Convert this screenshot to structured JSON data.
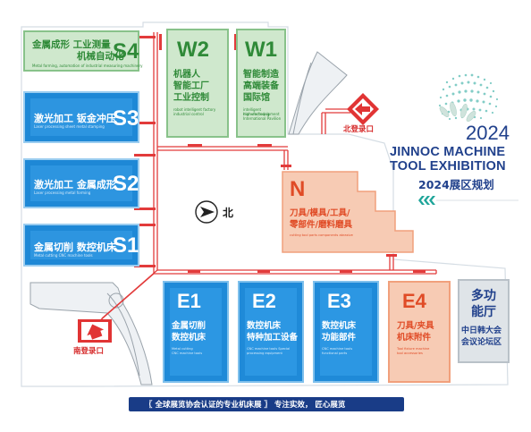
{
  "brand": {
    "year": "2024",
    "line1": "JINNOC MACHINE",
    "line2": "TOOL EXHIBITION",
    "plan_title": "2024展区规划",
    "colors": {
      "navy": "#21418c",
      "teal": "#1fa59a"
    }
  },
  "compass": {
    "label": "北",
    "icon": "north-arrow-icon"
  },
  "entrances": {
    "north": {
      "label": "北登录口",
      "icon": "entrance-arrow-icon"
    },
    "south": {
      "label": "南登录口",
      "icon": "entrance-arrow-icon"
    }
  },
  "halls": {
    "S4": {
      "code": "S4",
      "line1": "金属成形  工业测量",
      "line2": "机械自动化",
      "en": "Metal forming, automation of industrial measuring machinery"
    },
    "S3": {
      "code": "S3",
      "line1": "激光加工  钣金冲压",
      "en": "Laser processing sheet metal stamping"
    },
    "S2": {
      "code": "S2",
      "line1": "激光加工  金属成形",
      "en": "Laser processing metal forming"
    },
    "S1": {
      "code": "S1",
      "line1": "金属切削  数控机床",
      "en": "Metal cutting CNC machine tools"
    },
    "W2": {
      "code": "W2",
      "lines": [
        "机器人",
        "智能工厂",
        "工业控制"
      ],
      "en": [
        "robot intelligent factory",
        "industrial control"
      ]
    },
    "W1": {
      "code": "W1",
      "lines": [
        "智能制造",
        "高端装备",
        "国际馆"
      ],
      "en": [
        "intelligent manufacturing",
        "high-end equipment",
        "International Pavilion"
      ]
    },
    "N": {
      "code": "N",
      "line1": "刀具/模具/工具/",
      "line2": "零部件/磨料磨具",
      "en": "cutting tool parts components abrasive"
    },
    "E1": {
      "code": "E1",
      "lines": [
        "金属切削",
        "数控机床"
      ],
      "en": [
        "Metal cutting",
        "CNC machine tools"
      ]
    },
    "E2": {
      "code": "E2",
      "lines": [
        "数控机床",
        "特种加工设备"
      ],
      "en": [
        "CNC machine tools Special",
        "processing equipment"
      ]
    },
    "E3": {
      "code": "E3",
      "lines": [
        "数控机床",
        "功能部件"
      ],
      "en": [
        "CNC machine tools",
        "functional parts"
      ]
    },
    "E4": {
      "code": "E4",
      "lines": [
        "刀具/夹具",
        "机床附件"
      ],
      "en": [
        "Tool fixture machine",
        "tool accessories"
      ]
    },
    "multi": {
      "title1": "多功",
      "title2": "能厅",
      "sub1": "中日韩大会",
      "sub2": "会议论坛区"
    }
  },
  "slogan": {
    "text": "〖 全球展览协会认证的专业机床展 〗 专注实效，  匠心展览"
  }
}
